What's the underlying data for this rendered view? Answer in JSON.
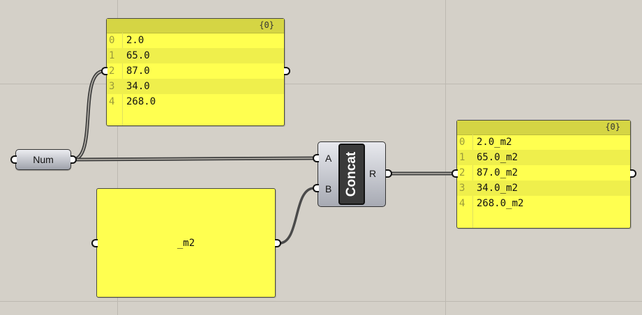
{
  "panel_top": {
    "path": "{0}",
    "rows": [
      {
        "index": "0",
        "value": "2.0"
      },
      {
        "index": "1",
        "value": "65.0"
      },
      {
        "index": "2",
        "value": "87.0"
      },
      {
        "index": "3",
        "value": "34.0"
      },
      {
        "index": "4",
        "value": "268.0"
      }
    ]
  },
  "num_param": {
    "label": "Num"
  },
  "text_panel": {
    "text": "_m2"
  },
  "concat": {
    "title": "Concat",
    "input_a": "A",
    "input_b": "B",
    "output_r": "R"
  },
  "panel_right": {
    "path": "{0}",
    "rows": [
      {
        "index": "0",
        "value": "2.0_m2"
      },
      {
        "index": "1",
        "value": "65.0_m2"
      },
      {
        "index": "2",
        "value": "87.0_m2"
      },
      {
        "index": "3",
        "value": "34.0_m2"
      },
      {
        "index": "4",
        "value": "268.0_m2"
      }
    ]
  }
}
